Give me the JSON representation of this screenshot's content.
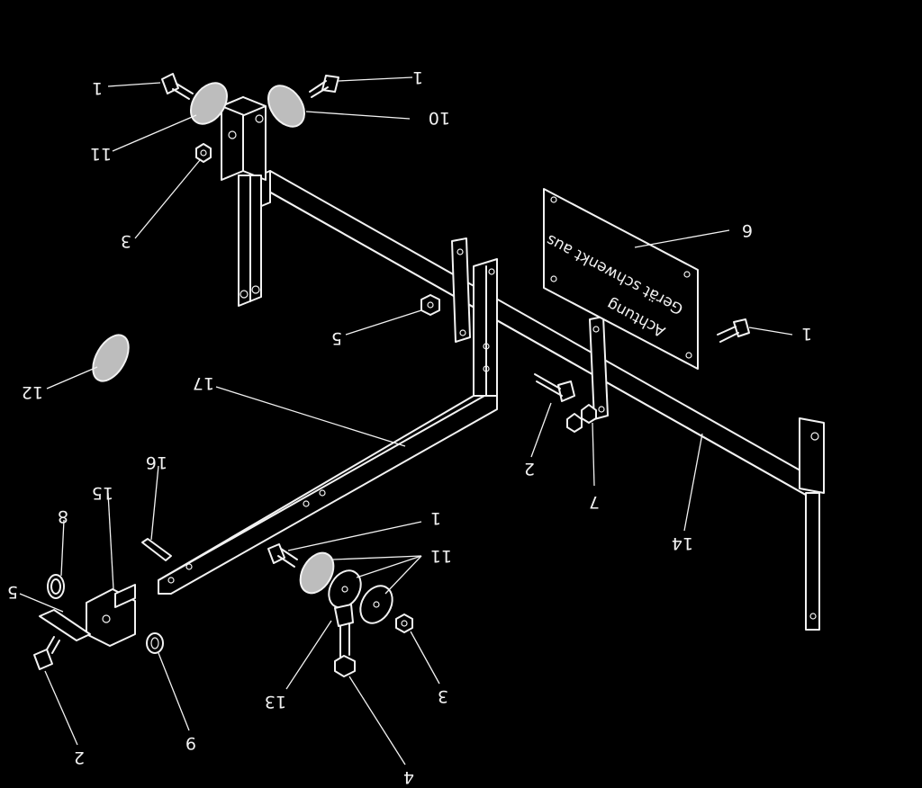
{
  "diagram": {
    "background": "#000000",
    "line_color": "#f2f2f2",
    "plate": {
      "line1": "Gerät schwenkt aus",
      "line2": "Achtung"
    },
    "callouts": [
      {
        "id": "c1a",
        "text": "1"
      },
      {
        "id": "c1b",
        "text": "1"
      },
      {
        "id": "c10",
        "text": "10"
      },
      {
        "id": "c11a",
        "text": "11"
      },
      {
        "id": "c3a",
        "text": "3"
      },
      {
        "id": "c6",
        "text": "6"
      },
      {
        "id": "c5a",
        "text": "5"
      },
      {
        "id": "c1c",
        "text": "1"
      },
      {
        "id": "c12",
        "text": "12"
      },
      {
        "id": "c17",
        "text": "17"
      },
      {
        "id": "c2a",
        "text": "2"
      },
      {
        "id": "c7",
        "text": "7"
      },
      {
        "id": "c14",
        "text": "14"
      },
      {
        "id": "c16",
        "text": "16"
      },
      {
        "id": "c15",
        "text": "15"
      },
      {
        "id": "c8",
        "text": "8"
      },
      {
        "id": "c5b",
        "text": "5"
      },
      {
        "id": "c1d",
        "text": "1"
      },
      {
        "id": "c11b",
        "text": "11"
      },
      {
        "id": "c9",
        "text": "9"
      },
      {
        "id": "c2b",
        "text": "2"
      },
      {
        "id": "c13",
        "text": "13"
      },
      {
        "id": "c3b",
        "text": "3"
      },
      {
        "id": "c4",
        "text": "4"
      }
    ]
  }
}
